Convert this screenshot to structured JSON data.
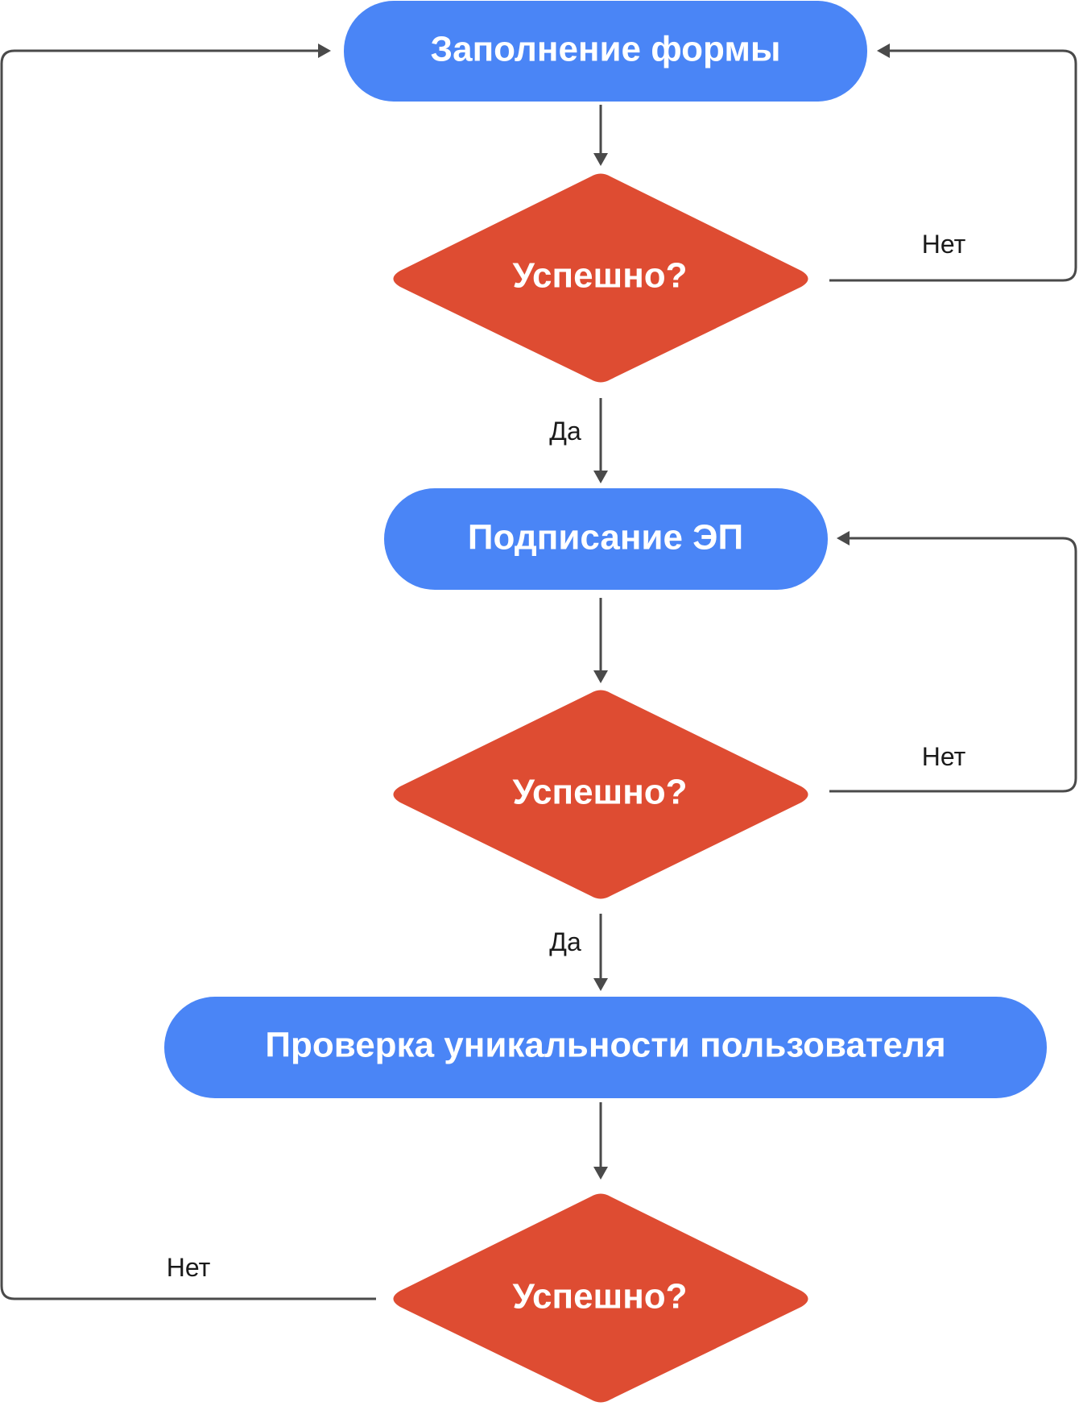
{
  "colors": {
    "process": "#4a85f6",
    "decision": "#de4c32",
    "connector": "#4a4a4a",
    "node_text": "#ffffff",
    "label_text": "#1a1a1a"
  },
  "nodes": {
    "fill_form": {
      "label": "Заполнение формы"
    },
    "decision_1": {
      "label": "Успешно?"
    },
    "sign_ep": {
      "label": "Подписание ЭП"
    },
    "decision_2": {
      "label": "Успешно?"
    },
    "uniqueness_check": {
      "label": "Проверка уникальности пользователя"
    },
    "decision_3": {
      "label": "Успешно?"
    }
  },
  "edges": {
    "d1_no": {
      "label": "Нет"
    },
    "d1_yes": {
      "label": "Да"
    },
    "d2_no": {
      "label": "Нет"
    },
    "d2_yes": {
      "label": "Да"
    },
    "d3_no": {
      "label": "Нет"
    }
  }
}
